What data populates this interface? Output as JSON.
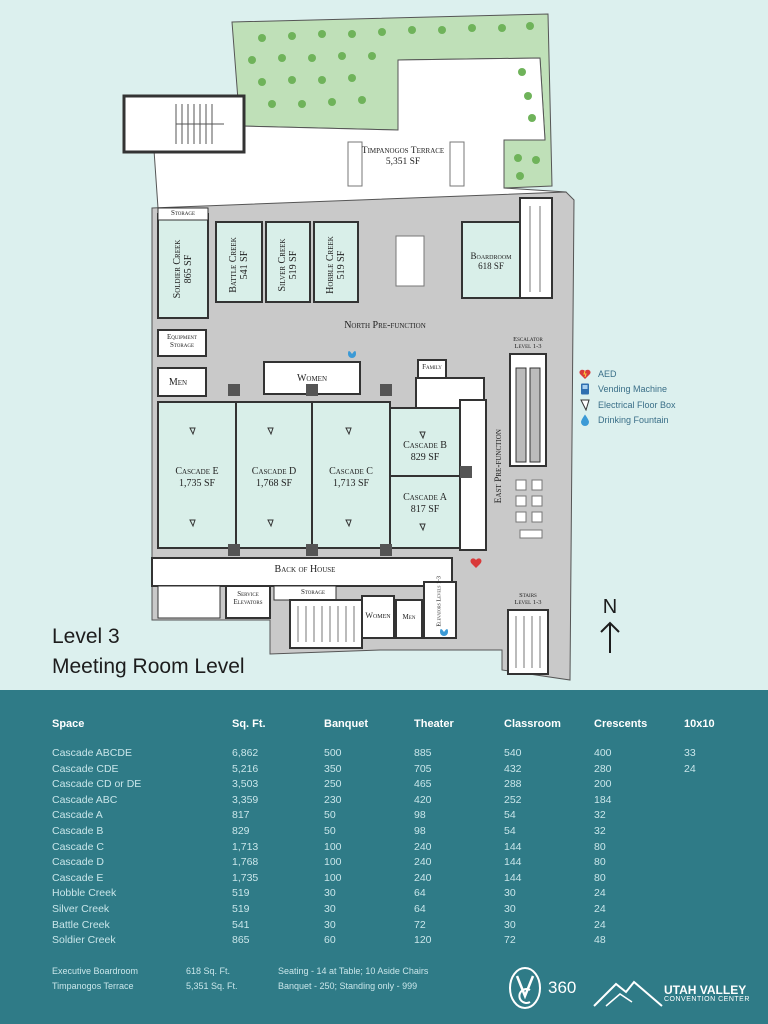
{
  "map": {
    "title_line1": "Level 3",
    "title_line2": "Meeting Room Level",
    "north_label": "N",
    "rooms": {
      "terrace": "Timpanogos Terrace",
      "terrace_sf": "5,351 SF",
      "storage_top": "Storage",
      "soldier_creek": "Soldier Creek",
      "soldier_creek_sf": "865 SF",
      "battle_creek": "Battle Creek",
      "battle_creek_sf": "541 SF",
      "silver_creek": "Silver Creek",
      "silver_creek_sf": "519 SF",
      "hobble_creek": "Hobble Creek",
      "hobble_creek_sf": "519 SF",
      "boardroom": "Boardroom",
      "boardroom_sf": "618 SF",
      "north_prefunction": "North Pre-function",
      "equipment_storage_1": "Equipment",
      "equipment_storage_2": "Storage",
      "men": "Men",
      "women": "Women",
      "family": "Family",
      "escalator": "Escalator",
      "escalator_levels": "Level 1-3",
      "cascade_e": "Cascade E",
      "cascade_e_sf": "1,735 SF",
      "cascade_d": "Cascade D",
      "cascade_d_sf": "1,768 SF",
      "cascade_c": "Cascade C",
      "cascade_c_sf": "1,713 SF",
      "cascade_b": "Cascade B",
      "cascade_b_sf": "829 SF",
      "cascade_a": "Cascade A",
      "cascade_a_sf": "817 SF",
      "east_prefunction": "East Pre-function",
      "back_of_house": "Back of House",
      "service_elevators_1": "Service",
      "service_elevators_2": "Elevators",
      "storage_bottom": "Storage",
      "women_bottom": "Women",
      "men_bottom": "Men",
      "elevators": "Elevators",
      "elevators_levels": "Levels 1-3",
      "stairs": "Stairs",
      "stairs_levels": "Level 1-3"
    },
    "legend": [
      {
        "icon": "aed-icon",
        "label": "AED",
        "color": "#d93a3a"
      },
      {
        "icon": "vending-machine-icon",
        "label": "Vending Machine",
        "color": "#2f6fb0"
      },
      {
        "icon": "electrical-floor-box-icon",
        "label": "Electrical Floor Box",
        "color": "#333333"
      },
      {
        "icon": "drinking-fountain-icon",
        "label": "Drinking Fountain",
        "color": "#3b9ad6"
      }
    ]
  },
  "capacity_table": {
    "headers": [
      "Space",
      "Sq. Ft.",
      "Banquet",
      "Theater",
      "Classroom",
      "Crescents",
      "10x10"
    ],
    "rows": [
      [
        "Cascade ABCDE",
        "6,862",
        "500",
        "885",
        "540",
        "400",
        "33"
      ],
      [
        "Cascade CDE",
        "5,216",
        "350",
        "705",
        "432",
        "280",
        "24"
      ],
      [
        "Cascade CD or DE",
        "3,503",
        "250",
        "465",
        "288",
        "200",
        ""
      ],
      [
        "Cascade ABC",
        "3,359",
        "230",
        "420",
        "252",
        "184",
        ""
      ],
      [
        "Cascade A",
        "817",
        "50",
        "98",
        "54",
        "32",
        ""
      ],
      [
        "Cascade B",
        "829",
        "50",
        "98",
        "54",
        "32",
        ""
      ],
      [
        "Cascade C",
        "1,713",
        "100",
        "240",
        "144",
        "80",
        ""
      ],
      [
        "Cascade D",
        "1,768",
        "100",
        "240",
        "144",
        "80",
        ""
      ],
      [
        "Cascade E",
        "1,735",
        "100",
        "240",
        "144",
        "80",
        ""
      ],
      [
        "Hobble Creek",
        "519",
        "30",
        "64",
        "30",
        "24",
        ""
      ],
      [
        "Silver Creek",
        "519",
        "30",
        "64",
        "30",
        "24",
        ""
      ],
      [
        "Battle Creek",
        "541",
        "30",
        "72",
        "30",
        "24",
        ""
      ],
      [
        "Soldier Creek",
        "865",
        "60",
        "120",
        "72",
        "48",
        ""
      ]
    ],
    "footnotes": [
      {
        "space": "Executive Boardroom",
        "sqft": "618 Sq. Ft.",
        "note": "Seating - 14 at Table; 10 Aside Chairs"
      },
      {
        "space": "Timpanogos Terrace",
        "sqft": "5,351 Sq. Ft.",
        "note": "Banquet - 250; Standing only - 999"
      }
    ]
  },
  "branding": {
    "logo360_text": "360",
    "uvcc_name": "UTAH VALLEY",
    "uvcc_sub": "CONVENTION CENTER"
  },
  "colors": {
    "background": "#dcf0ee",
    "floor_gray": "#c9c9c9",
    "room_fill": "#d9efe9",
    "terrace_green": "#c8e6c1",
    "panel_teal": "#2f7b87"
  }
}
